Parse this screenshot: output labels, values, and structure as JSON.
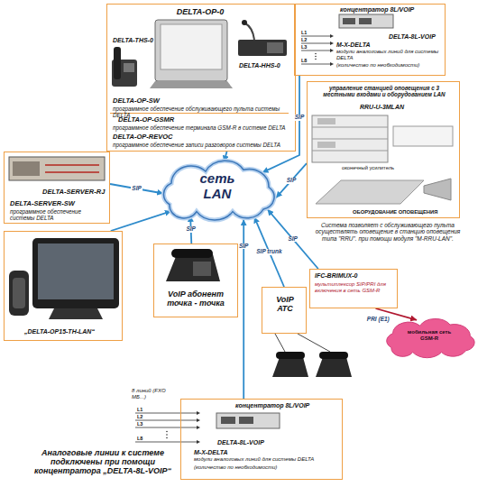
{
  "diagram": {
    "nodes": [
      {
        "text": [
          "DELTA-OP-0",
          "DELTA-THS-0",
          "DELTA-HHS-0",
          "DELTA-OP-SW",
          "программное обеспечение обслуживающего пульта системы DELTA",
          "DELTA-OP-GSMR",
          "программное обеспечение терминала GSM-R в системе DELTA",
          "DELTA-OP-REVOC",
          "программное обеспечение записи разговоров системы DELTA"
        ]
      },
      {
        "text": [
          "концентратор 8L/VOIP",
          "DELTA-8L-VOIP",
          "M-X-DELTA",
          "модули аналоговых линий для системы DELTA",
          "(количество по необходимости)"
        ]
      },
      {
        "text": [
          "управление станцией оповещения с 3 местными входами и оборудованием LAN",
          "RRU-U-3MLAN",
          "оконечный усилитель",
          "ОБОРУДОВАНИЕ ОПОВЕЩЕНИЯ"
        ]
      },
      {
        "text": [
          "DELTA-SERVER-RJ",
          "DELTA-SERVER-SW",
          "программное обеспечение системы DELTA"
        ]
      },
      {
        "text": [
          "сеть LAN"
        ]
      },
      {
        "text": [
          "„DELTA-OP15-TH-LAN“"
        ]
      },
      {
        "text": [
          "VoIP абонент точка - точка"
        ]
      },
      {
        "text": [
          "IFC-BRIMUX-0",
          "мультиплексор SIP/PRI для включения в сеть GSM-R"
        ]
      },
      {
        "text": [
          "VoIP АТС"
        ]
      },
      {
        "text": [
          "мобильная сеть GSM-R"
        ]
      },
      {
        "text": [
          "концентратор 8L/VOIP",
          "DELTA-8L-VOIP",
          "M-X-DELTA",
          "модули аналоговых линий для системы DELTA",
          "(количество по необходимости)"
        ]
      }
    ],
    "edges": [
      {
        "from": 0,
        "to": 4,
        "arrow": "to"
      },
      {
        "from": 1,
        "to": 4,
        "label": "SIP",
        "arrow": "to"
      },
      {
        "from": 2,
        "to": 4,
        "label": "SIP",
        "arrow": "to"
      },
      {
        "from": 3,
        "to": 4,
        "label": "SIP",
        "arrow": "to"
      },
      {
        "from": 5,
        "to": 4,
        "arrow": "to"
      },
      {
        "from": 6,
        "to": 4,
        "label": "SIP",
        "arrow": "to"
      },
      {
        "from": 8,
        "to": 4,
        "label": "SIP trunk",
        "arrow": "to"
      },
      {
        "from": 7,
        "to": 4,
        "label": "SIP",
        "arrow": "to"
      },
      {
        "from": 10,
        "to": 4,
        "label": "SIP",
        "arrow": "to"
      },
      {
        "from": 7,
        "to": 9,
        "label": "PRI (E1)",
        "arrow": "to"
      }
    ],
    "labels": [
      "L1",
      "L2",
      "L3",
      "L8",
      "Система позволяет с обслуживающего пульта осуществлять оповещение в станцию оповещения типа \"RRU\". при помощи модуля \"M-RRU-LAN\".",
      "8 линий (FXO МБ...)",
      "L1",
      "L2",
      "L3",
      "L8",
      "Аналоговые линии к системе подключены при помощи концентратора „DELTA-8L-VOIP“"
    ]
  }
}
